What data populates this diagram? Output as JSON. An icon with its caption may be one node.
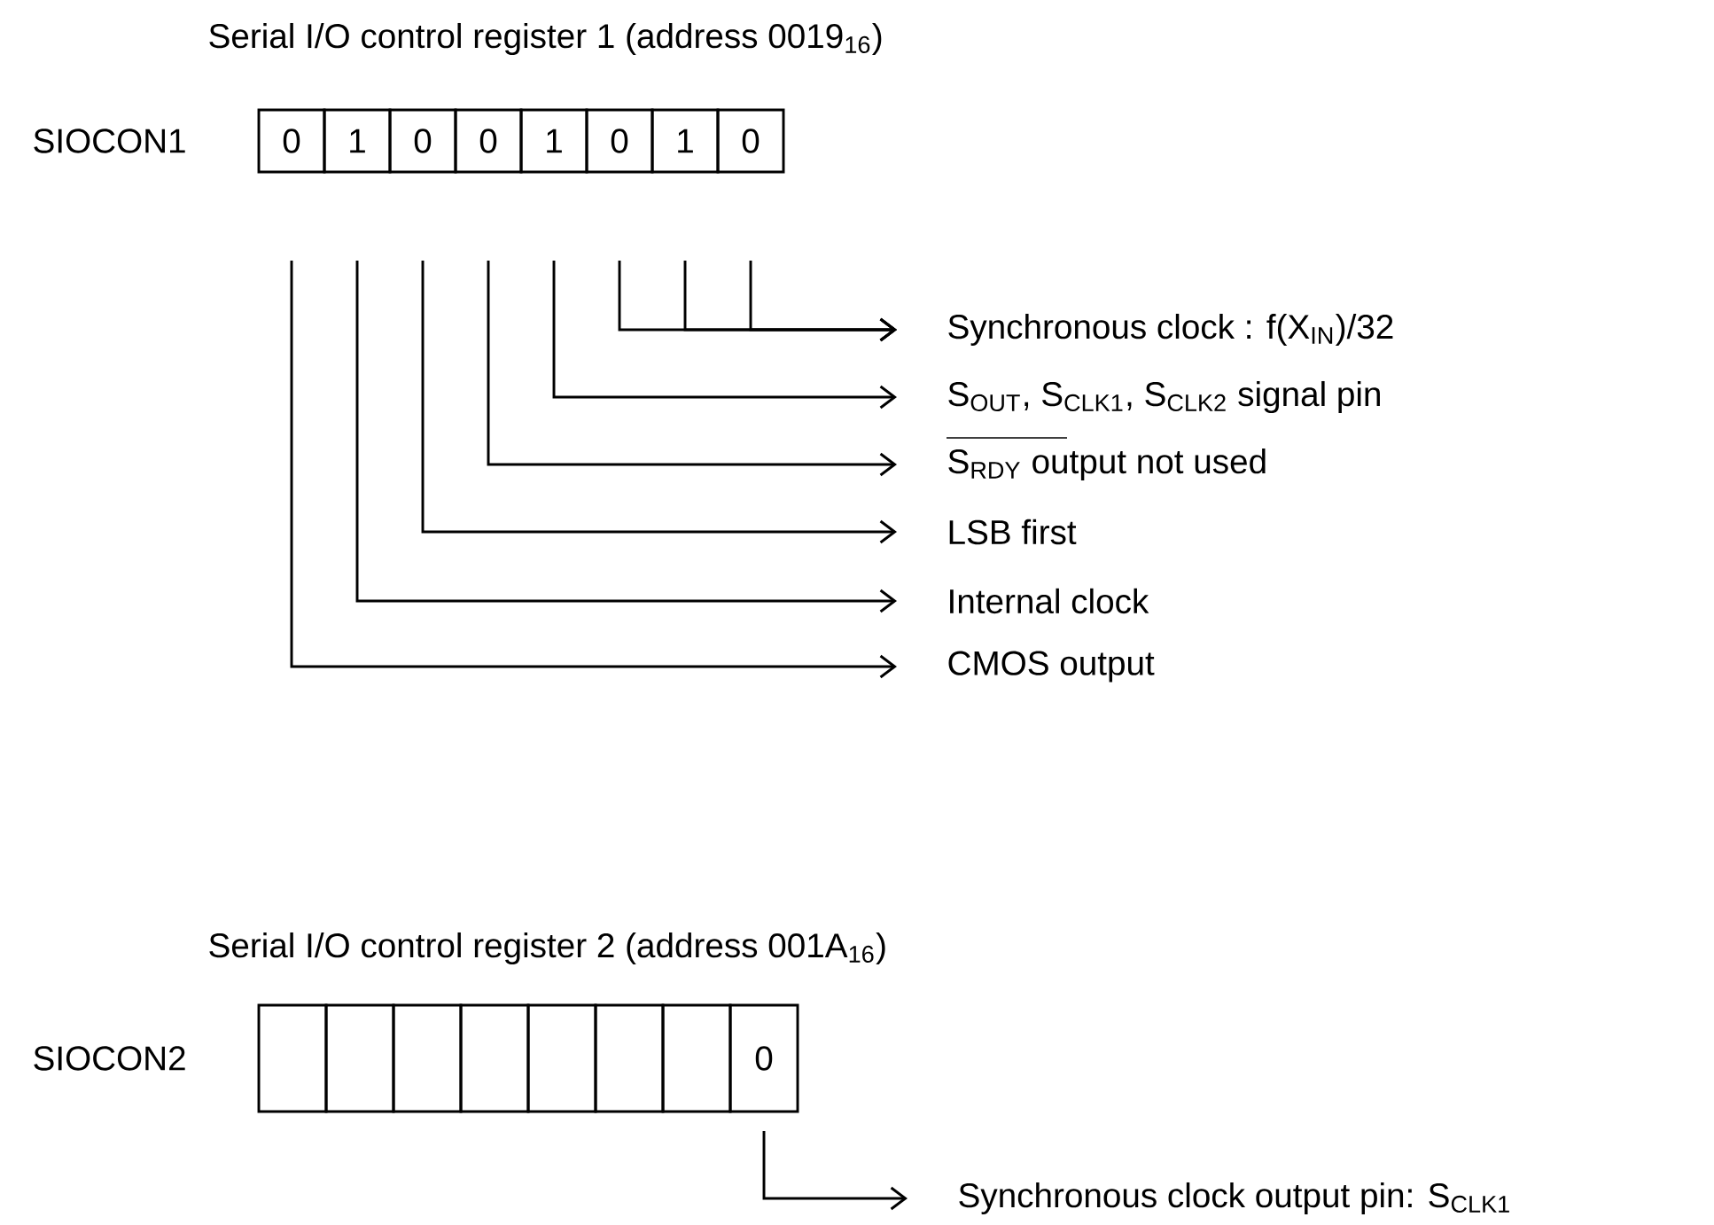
{
  "diagram": {
    "nodes": [
      {
        "text": [
          "0"
        ]
      },
      {
        "text": [
          "1"
        ]
      },
      {
        "text": [
          "0"
        ]
      },
      {
        "text": [
          "0"
        ]
      },
      {
        "text": [
          "1"
        ]
      },
      {
        "text": [
          "0"
        ]
      },
      {
        "text": [
          "1"
        ]
      },
      {
        "text": [
          "0"
        ]
      },
      {
        "text": [
          "Synchronous clock : f(X$_{IN}$)/32"
        ]
      },
      {
        "text": [
          "S$_{OUT}$, S$_{CLK1}$, S$_{CLK2}$ signal pin"
        ]
      },
      {
        "text": [
          "S$_{RDY}$ output not used"
        ]
      },
      {
        "text": [
          "LSB first"
        ]
      },
      {
        "text": [
          "Internal clock"
        ]
      },
      {
        "text": [
          "CMOS output"
        ]
      },
      {
        "text": [],
        "shape": "box"
      },
      {
        "text": [],
        "shape": "box"
      },
      {
        "text": [],
        "shape": "box"
      },
      {
        "text": [],
        "shape": "box"
      },
      {
        "text": [],
        "shape": "box"
      },
      {
        "text": [],
        "shape": "box"
      },
      {
        "text": [],
        "shape": "box"
      },
      {
        "text": [
          "0"
        ]
      },
      {
        "text": [
          "Synchronous clock output pin: S$_{CLK1}$"
        ]
      }
    ],
    "edges": [
      {
        "from": 5,
        "to": 8,
        "arrow": "to"
      },
      {
        "from": 6,
        "to": 8,
        "arrow": "to"
      },
      {
        "from": 7,
        "to": 8,
        "arrow": "to"
      },
      {
        "from": 4,
        "to": 9,
        "arrow": "to"
      },
      {
        "from": 3,
        "to": 10,
        "arrow": "to"
      },
      {
        "from": 2,
        "to": 11,
        "arrow": "to"
      },
      {
        "from": 1,
        "to": 12,
        "arrow": "to"
      },
      {
        "from": 0,
        "to": 13,
        "arrow": "to"
      },
      {
        "from": 21,
        "to": 22,
        "arrow": "to"
      }
    ],
    "labels": [
      "Serial I/O control register 1 (address 0019$_{16}$)",
      "SIOCON1",
      "Serial I/O control register 2 (address 001A$_{16}$)",
      "SIOCON2"
    ]
  }
}
